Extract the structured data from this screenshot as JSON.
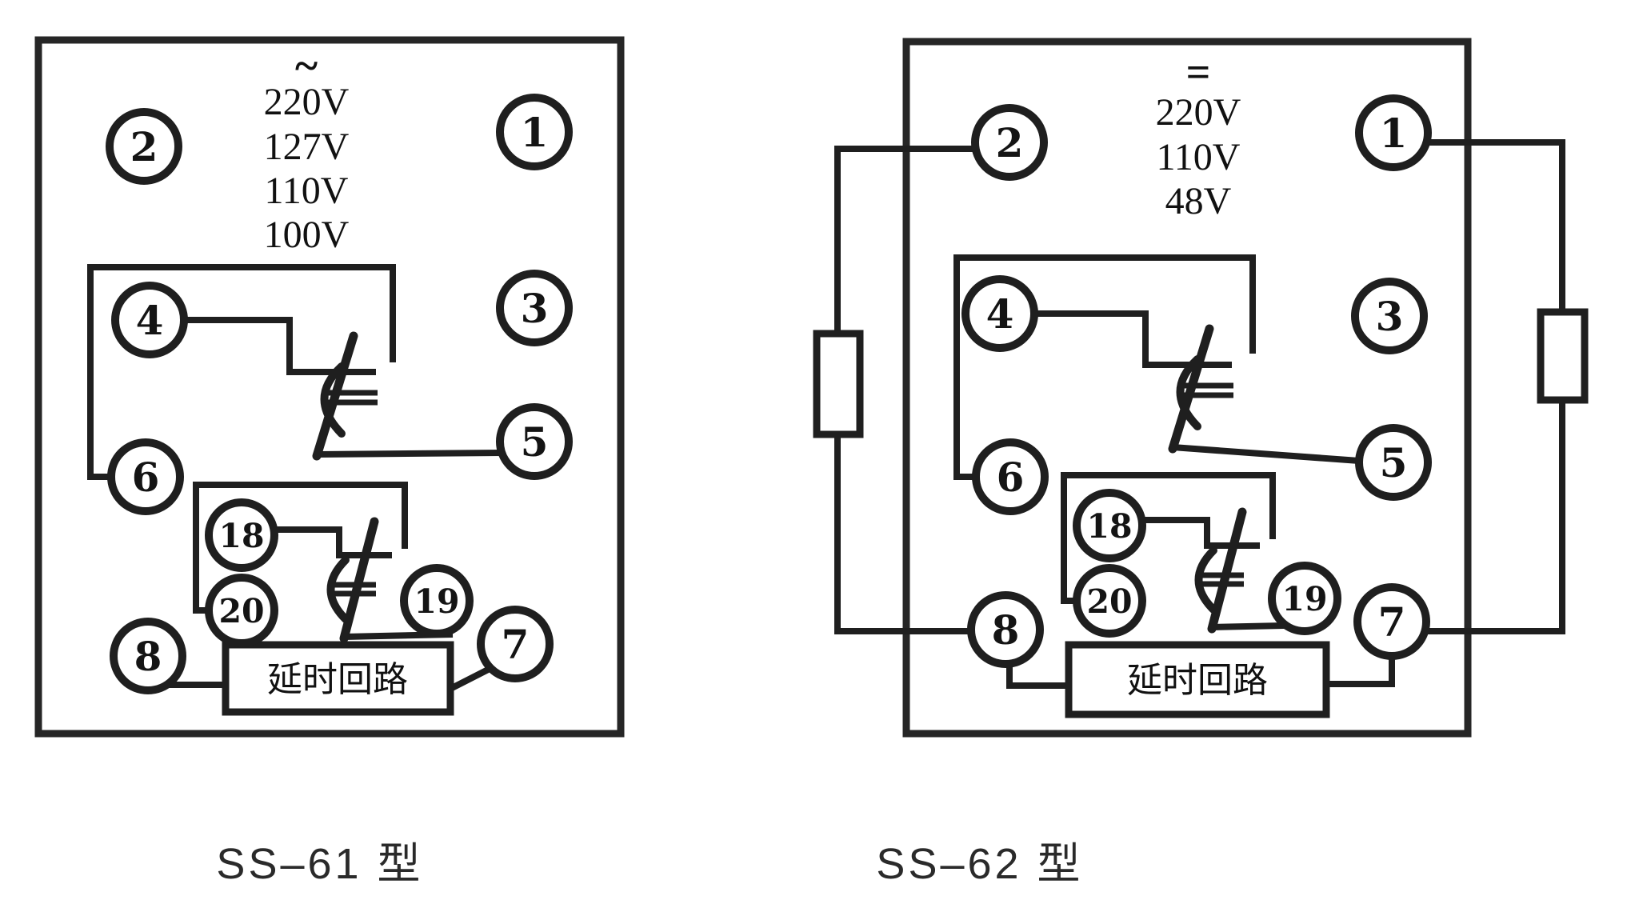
{
  "figure": {
    "background_color": "#ffffff",
    "ink_color": "#1f1f1f"
  },
  "left_diagram": {
    "caption": "SS–61 型",
    "supply_symbol": "~",
    "voltages": [
      "220V",
      "127V",
      "110V",
      "100V"
    ],
    "delay_box_label": "延时回路",
    "terminals": {
      "t1": "1",
      "t2": "2",
      "t3": "3",
      "t4": "4",
      "t5": "5",
      "t6": "6",
      "t7": "7",
      "t8": "8",
      "t18": "18",
      "t19": "19",
      "t20": "20"
    }
  },
  "right_diagram": {
    "caption": "SS–62 型",
    "supply_symbol": "=",
    "voltages": [
      "220V",
      "110V",
      "48V"
    ],
    "delay_box_label": "延时回路",
    "terminals": {
      "t1": "1",
      "t2": "2",
      "t3": "3",
      "t4": "4",
      "t5": "5",
      "t6": "6",
      "t7": "7",
      "t8": "8",
      "t18": "18",
      "t19": "19",
      "t20": "20"
    }
  }
}
